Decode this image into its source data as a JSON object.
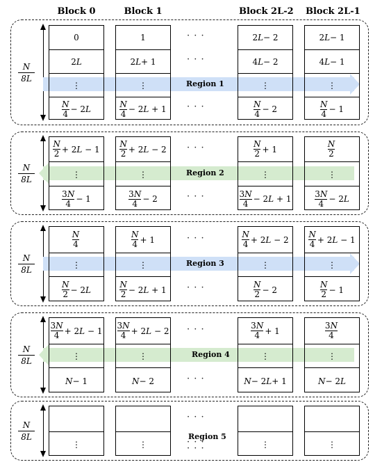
{
  "headers": [
    "Block 0",
    "Block 1",
    "Block 2L-2",
    "Block 2L-1"
  ],
  "y_label": {
    "numerator": "N",
    "denominator": "8L"
  },
  "gap_dots": "· · ·",
  "vdots": "⋮",
  "regions": [
    {
      "label": "Region 1",
      "arrow": "right",
      "color": "#cfe0f7",
      "top_row": [
        "0",
        "1",
        "2L − 2",
        "2L − 1"
      ],
      "second_row": [
        "2L",
        "2L + 1",
        "4L − 2",
        "4L − 1"
      ],
      "bottom_row": [
        "N/4 − 2L",
        "N/4 − 2L + 1",
        "N/4 − 2",
        "N/4 − 1"
      ]
    },
    {
      "label": "Region 2",
      "arrow": "left",
      "color": "#d5ebcf",
      "top_row": [
        "N/2 + 2L − 1",
        "N/2 + 2L − 2",
        "N/2 + 1",
        "N/2"
      ],
      "bottom_row": [
        "3N/4 − 1",
        "3N/4 − 2",
        "3N/4 − 2L + 1",
        "3N/4 − 2L"
      ]
    },
    {
      "label": "Region 3",
      "arrow": "right",
      "color": "#cfe0f7",
      "top_row": [
        "N/4",
        "N/4 + 1",
        "N/4 + 2L − 2",
        "N/4 + 2L − 1"
      ],
      "bottom_row": [
        "N/2 − 2L",
        "N/2 − 2L + 1",
        "N/2 − 2",
        "N/2 − 1"
      ]
    },
    {
      "label": "Region 4",
      "arrow": "left",
      "color": "#d5ebcf",
      "top_row": [
        "3N/4 + 2L − 1",
        "3N/4 + 2L − 2",
        "3N/4 + 1",
        "3N/4"
      ],
      "bottom_row": [
        "N − 1",
        "N − 2",
        "N − 2L + 1",
        "N − 2L"
      ]
    },
    {
      "label": "Region 5",
      "arrow": "none",
      "top_row": [
        "",
        "",
        "",
        ""
      ],
      "bottom_row": [
        "⋮",
        "⋮",
        "⋮",
        "⋮"
      ]
    }
  ]
}
